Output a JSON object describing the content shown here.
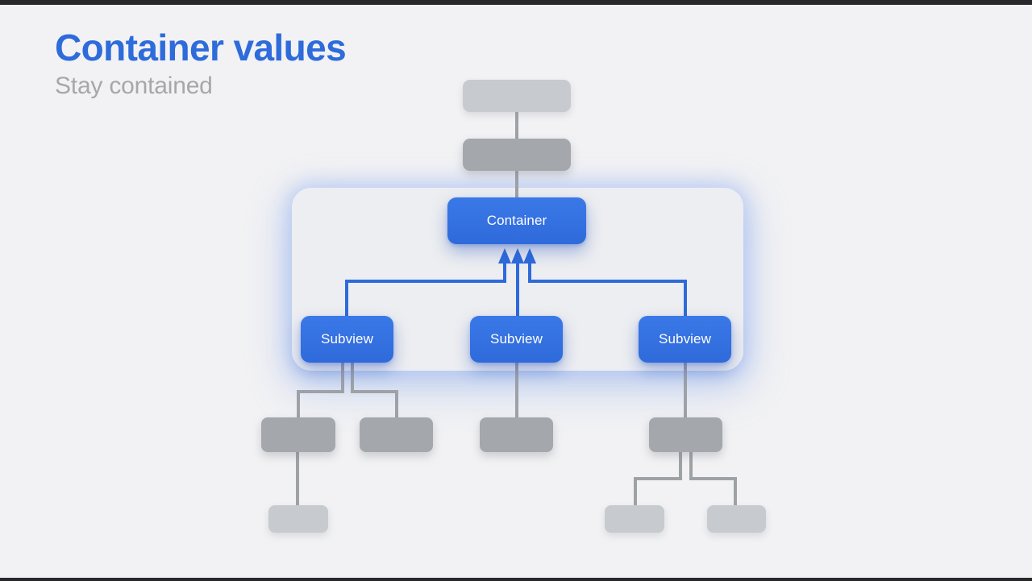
{
  "slide": {
    "title": "Container values",
    "subtitle": "Stay contained"
  },
  "diagram": {
    "container": {
      "label": "Container"
    },
    "subviews": [
      {
        "label": "Subview"
      },
      {
        "label": "Subview"
      },
      {
        "label": "Subview"
      }
    ]
  },
  "colors": {
    "title_blue": "#2e6bdb",
    "subtitle_gray": "#a7a7ab",
    "node_blue": "#3270e1",
    "connector_blue": "#2e6ad9",
    "gray_node": "#a4a8ac",
    "light_gray_node": "#c7cace",
    "connector_gray": "#9ea2a7",
    "panel_background": "#edeef1",
    "page_background": "#f2f2f4",
    "letterbox": "#29292b"
  }
}
